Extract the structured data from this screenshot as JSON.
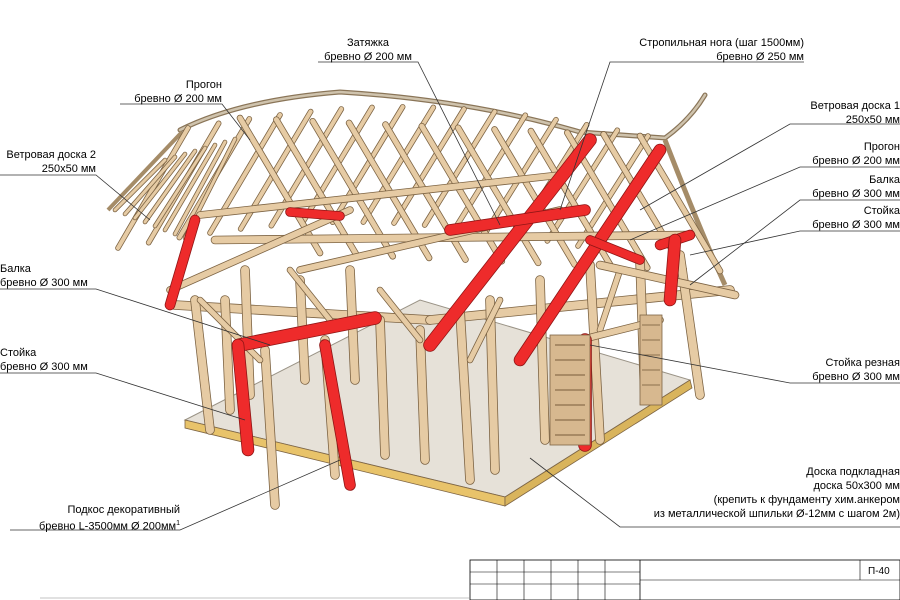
{
  "callouts": {
    "zatyazhka": {
      "line1": "Затяжка",
      "line2": "бревно Ø 200 мм"
    },
    "stropilnaya": {
      "line1": "Стропильная нога (шаг 1500мм)",
      "line2": "бревно Ø 250 мм"
    },
    "progon_left": {
      "line1": "Прогон",
      "line2": "бревно Ø 200 мм"
    },
    "vetrovaya1": {
      "line1": "Ветровая доска 1",
      "line2": "250x50 мм"
    },
    "progon_right": {
      "line1": "Прогон",
      "line2": "бревно Ø 200 мм"
    },
    "vetrovaya2": {
      "line1": "Ветровая доска 2",
      "line2": "250x50 мм"
    },
    "balka_right": {
      "line1": "Балка",
      "line2": "бревно Ø 300 мм"
    },
    "stoyka_right": {
      "line1": "Стойка",
      "line2": "бревно Ø 300 мм"
    },
    "balka_left": {
      "line1": "Балка",
      "line2": "бревно Ø 300 мм"
    },
    "stoyka_left": {
      "line1": "Стойка",
      "line2": "бревно Ø 300 мм"
    },
    "stoyka_reznaya": {
      "line1": "Стойка резная",
      "line2": "бревно Ø 300 мм"
    },
    "doska": {
      "line1": "Доска подкладная",
      "line2": "доска 50x300 мм",
      "line3": "(крепить к фундаменту хим.анкером",
      "line4": "из металлической шпильки Ø-12мм с шагом 2м)"
    },
    "podkos": {
      "line1": "Подкос декоративный",
      "line2": "бревно L-3500мм Ø 200мм"
    }
  },
  "footnote_mark": "1",
  "stamp": {
    "code": "П-40"
  },
  "colors": {
    "timber": "#e6cba4",
    "timber_edge": "#7d6444",
    "highlight": "#ee2b2b",
    "floor": "#e6e1d8",
    "base_board": "#e8c36a",
    "roof_board": "#cfc3ad"
  }
}
